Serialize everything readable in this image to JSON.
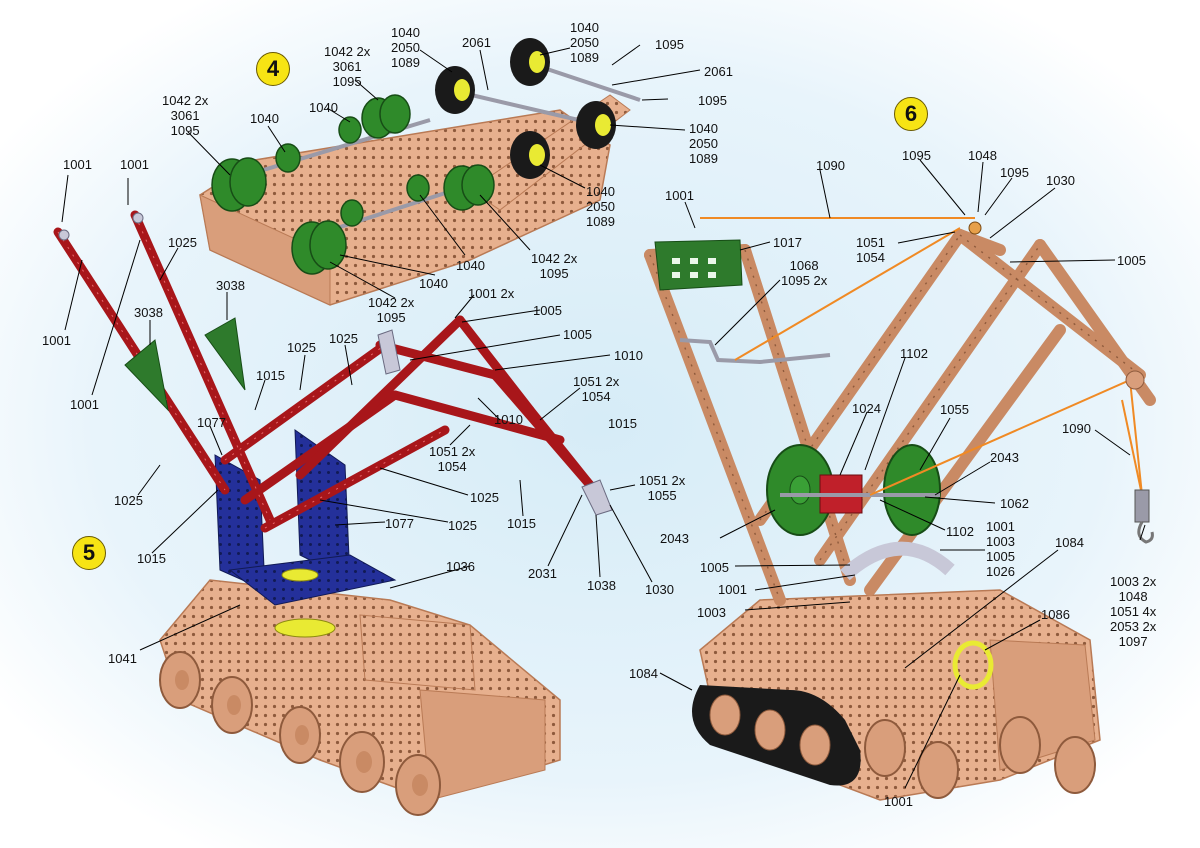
{
  "steps": {
    "s4": "4",
    "s5": "5",
    "s6": "6"
  },
  "labels": {
    "l4_1": "1042 2x\n3061\n1095",
    "l4_2": "1040",
    "l4_3": "1042 2x\n3061\n1095",
    "l4_4": "1040\n2050\n1089",
    "l4_5": "2061",
    "l4_6": "1040\n2050\n1089",
    "l4_7": "1095",
    "l4_8": "2061",
    "l4_9": "1095",
    "l4_10": "1040\n2050\n1089",
    "l4_11": "1040\n2050\n1089",
    "l4_12": "1042 2x\n1095",
    "l4_13": "1040",
    "l4_14": "1040",
    "l4_15": "1042 2x\n1095",
    "l5_1": "1001",
    "l5_2": "1001",
    "l5_3": "1025",
    "l5_4": "1001",
    "l5_5": "3038",
    "l5_6": "3038",
    "l5_7": "1001",
    "l5_8": "1001 2x",
    "l5_9": "1005",
    "l5_10": "1025",
    "l5_11": "1025",
    "l5_12": "1005",
    "l5_13": "1010",
    "l5_14": "1015",
    "l5_15": "1051 2x\n1054",
    "l5_16": "1010",
    "l5_17": "1077",
    "l5_18": "1015",
    "l5_19": "1051 2x\n1054",
    "l5_20": "1025",
    "l5_21": "1051 2x\n1055",
    "l5_22": "1025",
    "l5_23": "1025",
    "l5_24": "1015",
    "l5_25": "1077",
    "l5_26": "1015",
    "l5_27": "2031",
    "l5_28": "1038",
    "l5_29": "1030",
    "l5_30": "1036",
    "l5_31": "1041",
    "l6_1": "1090",
    "l6_2": "1095",
    "l6_3": "1048",
    "l6_4": "1095",
    "l6_5": "1030",
    "l6_6": "1001",
    "l6_7": "1017",
    "l6_8": "1051\n1054",
    "l6_9": "1005",
    "l6_10": "1068\n1095 2x",
    "l6_11": "1102",
    "l6_12": "1024",
    "l6_13": "1055",
    "l6_14": "1090",
    "l6_15": "2043",
    "l6_16": "1062",
    "l6_17": "2043",
    "l6_18": "1102",
    "l6_19": "1001\n1003\n1005\n1026",
    "l6_20": "1084",
    "l6_21": "1005",
    "l6_22": "1001",
    "l6_23": "1003",
    "l6_24": "1086",
    "l6_25": "1003 2x\n1048\n1051 4x\n2053 2x\n1097",
    "l6_26": "1084",
    "l6_27": "1001"
  },
  "colors": {
    "background": "#ffffff",
    "background_glow": "#d6ecf7",
    "metal_copper": "#e7b08e",
    "metal_copper_dark": "#b97a55",
    "strip_red": "#a8161a",
    "plate_blue": "#24309a",
    "plate_green": "#2e7a2c",
    "wheel_green": "#2f8a2a",
    "tire_black": "#1a1a1a",
    "hub_yellow": "#e9ea33",
    "string_orange": "#f08a24",
    "silver": "#c8c8d8",
    "step_badge": "#f7e414"
  },
  "icons": {
    "step_badge": "yellow-circle-step-number",
    "crane_model": "metal-construction-crane-illustration",
    "chassis_model": "wheeled-chassis-illustration",
    "crawler_model": "crawler-crane-illustration"
  }
}
